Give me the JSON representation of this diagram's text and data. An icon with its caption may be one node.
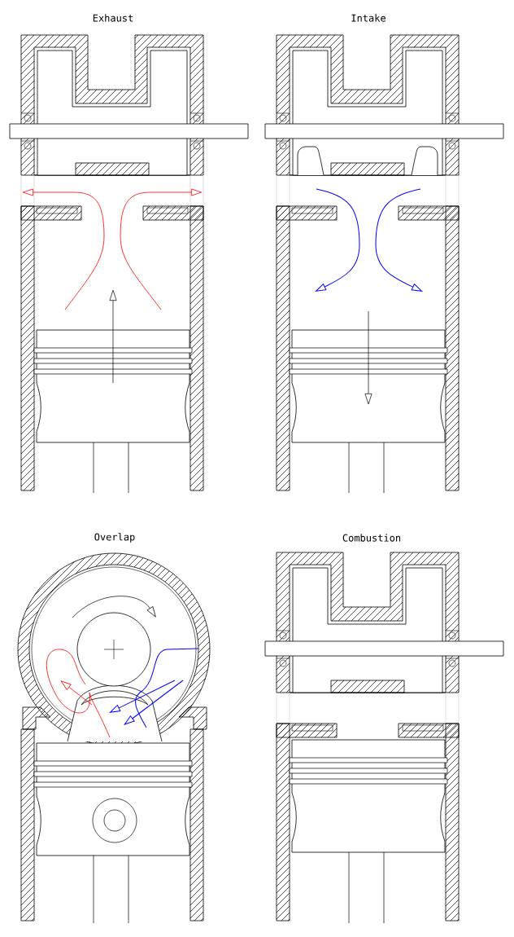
{
  "diagram": {
    "labels": [
      "Exhaust",
      "Intake",
      "Overlap",
      "Combustion"
    ]
  }
}
